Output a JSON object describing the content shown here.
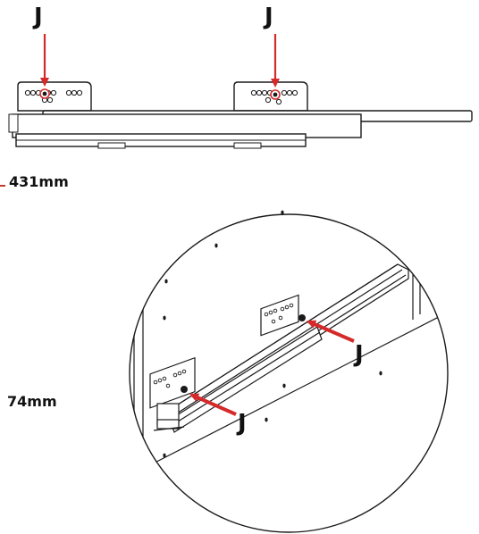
{
  "callouts": {
    "top_left": "J",
    "top_right": "J",
    "detail_upper": "J",
    "detail_lower": "J"
  },
  "dimensions": {
    "length": "431mm",
    "height": "74mm"
  },
  "colors": {
    "arrow": "#d42a2a",
    "line": "#1a1a1a",
    "accent_tick": "#c0392b"
  }
}
